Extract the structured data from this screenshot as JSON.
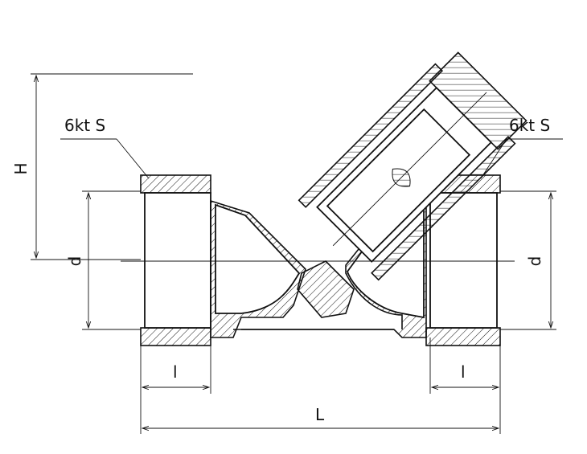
{
  "labels": {
    "hex_left": "6kt S",
    "hex_right": "6kt S",
    "height": "H",
    "diameter_left": "d",
    "diameter_right": "d",
    "thread_left": "l",
    "thread_right": "l",
    "length": "L"
  }
}
